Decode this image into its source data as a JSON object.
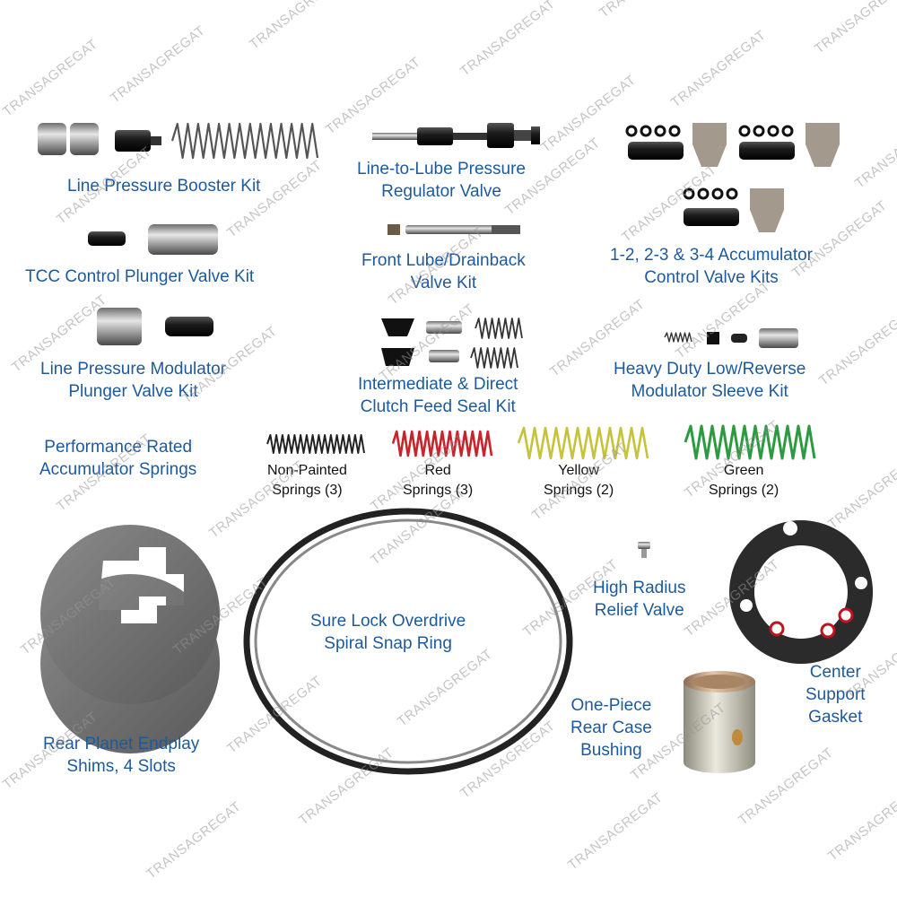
{
  "watermark": "TRANSAGREGAT",
  "colors": {
    "label": "#1d5a9c",
    "spring_red": "#c8242b",
    "spring_yellow": "#c6c23a",
    "spring_green": "#2c9a3e",
    "bushing": "#c9a581",
    "gasket": "#2b2b2b",
    "gasket_ring": "#c1121f"
  },
  "labels": {
    "line_pressure_booster": [
      "Line Pressure Booster Kit"
    ],
    "tcc_control": [
      "TCC Control Plunger Valve Kit"
    ],
    "line_pressure_modulator": [
      "Line Pressure Modulator",
      "Plunger Valve Kit"
    ],
    "performance_springs": [
      "Performance Rated",
      "Accumulator Springs"
    ],
    "line_to_lube": [
      "Line-to-Lube Pressure",
      "Regulator Valve"
    ],
    "front_lube": [
      "Front Lube/Drainback",
      "Valve Kit"
    ],
    "intermediate_direct": [
      "Intermediate & Direct",
      "Clutch Feed Seal Kit"
    ],
    "accumulator_control": [
      "1-2, 2-3 & 3-4 Accumulator",
      "Control Valve Kits"
    ],
    "heavy_duty": [
      "Heavy Duty Low/Reverse",
      "Modulator Sleeve Kit"
    ],
    "rear_planet": [
      "Rear Planet Endplay",
      "Shims, 4 Slots"
    ],
    "sure_lock": [
      "Sure Lock Overdrive",
      "Spiral Snap Ring"
    ],
    "high_radius": [
      "High Radius",
      "Relief Valve"
    ],
    "one_piece": [
      "One-Piece",
      "Rear Case",
      "Bushing"
    ],
    "center_support": [
      "Center",
      "Support",
      "Gasket"
    ]
  },
  "springs": [
    {
      "name": "Non-Painted",
      "count": "Springs (3)"
    },
    {
      "name": "Red",
      "count": "Springs (3)"
    },
    {
      "name": "Yellow",
      "count": "Springs (2)"
    },
    {
      "name": "Green",
      "count": "Springs (2)"
    }
  ]
}
